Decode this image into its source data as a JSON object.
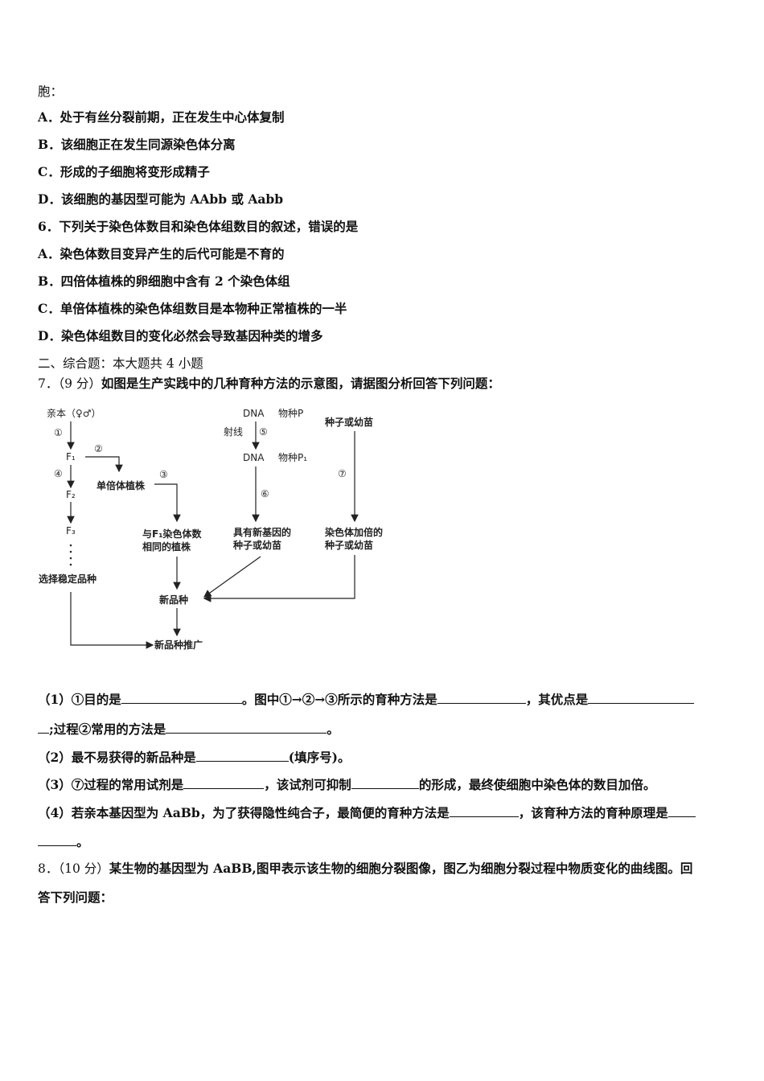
{
  "lines": {
    "l0": "胞：",
    "q5a": "A．处于有丝分裂前期，正在发生中心体复制",
    "q5b": "B．该细胞正在发生同源染色体分离",
    "q5c": "C．形成的子细胞将变形成精子",
    "q5d": "D．该细胞的基因型可能为 AAbb 或 Aabb",
    "q6": "6．下列关于染色体数目和染色体组数目的叙述，错误的是",
    "q6a": "A．染色体数目变异产生的后代可能是不育的",
    "q6b": "B．四倍体植株的卵细胞中含有 2 个染色体组",
    "q6c": "C．单倍体植株的染色体组数目是本物种正常植株的一半",
    "q6d": "D．染色体组数目的变化必然会导致基因种类的增多",
    "sec2": "二、综合题：本大题共 4 小题",
    "q7_num": "7．（9 分）",
    "q7": "如图是生产实践中的几种育种方法的示意图，请据图分析回答下列问题：",
    "q7_1a": "（1）①目的是",
    "q7_1b": "。图中①→②→③所示的育种方法是",
    "q7_1c": "，其优点是",
    "q7_1d": ";过程②常用的方法是",
    "q7_1e": "。",
    "q7_2a": "（2）最不易获得的新品种是",
    "q7_2b": "(填序号)。",
    "q7_3a": "（3）⑦过程的常用试剂是",
    "q7_3b": "，该试剂可抑制",
    "q7_3c": "的形成，最终使细胞中染色体的数目加倍。",
    "q7_4a": "（4）若亲本基因型为 AaBb，为了获得隐性纯合子，最简便的育种方法是",
    "q7_4b": "，该育种方法的育种原理是",
    "q7_4c": "。",
    "q8_num": "8．（10 分）",
    "q8a": "某生物的基因型为 AaBB,图甲表示该生物的细胞分裂图像，图乙为细胞分裂过程中物质变化的曲线图。回",
    "q8b": "答下列问题："
  },
  "diagram": {
    "parents": "亲本（♀♂）",
    "s1": "①",
    "s2": "②",
    "s3": "③",
    "s4": "④",
    "s5": "⑤",
    "s6": "⑥",
    "s7": "⑦",
    "f1": "F₁",
    "f2": "F₂",
    "f3": "F₃",
    "haploid": "单倍体植株",
    "same_chrom_1": "与F₁染色体数",
    "same_chrom_2": "相同的植株",
    "select_stable": "选择稳定品种",
    "dna1": "DNA",
    "speciesP": "物种P",
    "ray": "射线",
    "dna2": "DNA",
    "speciesP1": "物种P₁",
    "new_gene_1": "具有新基因的",
    "new_gene_2": "种子或幼苗",
    "seed": "种子或幼苗",
    "doubled_1": "染色体加倍的",
    "doubled_2": "种子或幼苗",
    "new_variety": "新品种",
    "promote": "新品种推广"
  }
}
